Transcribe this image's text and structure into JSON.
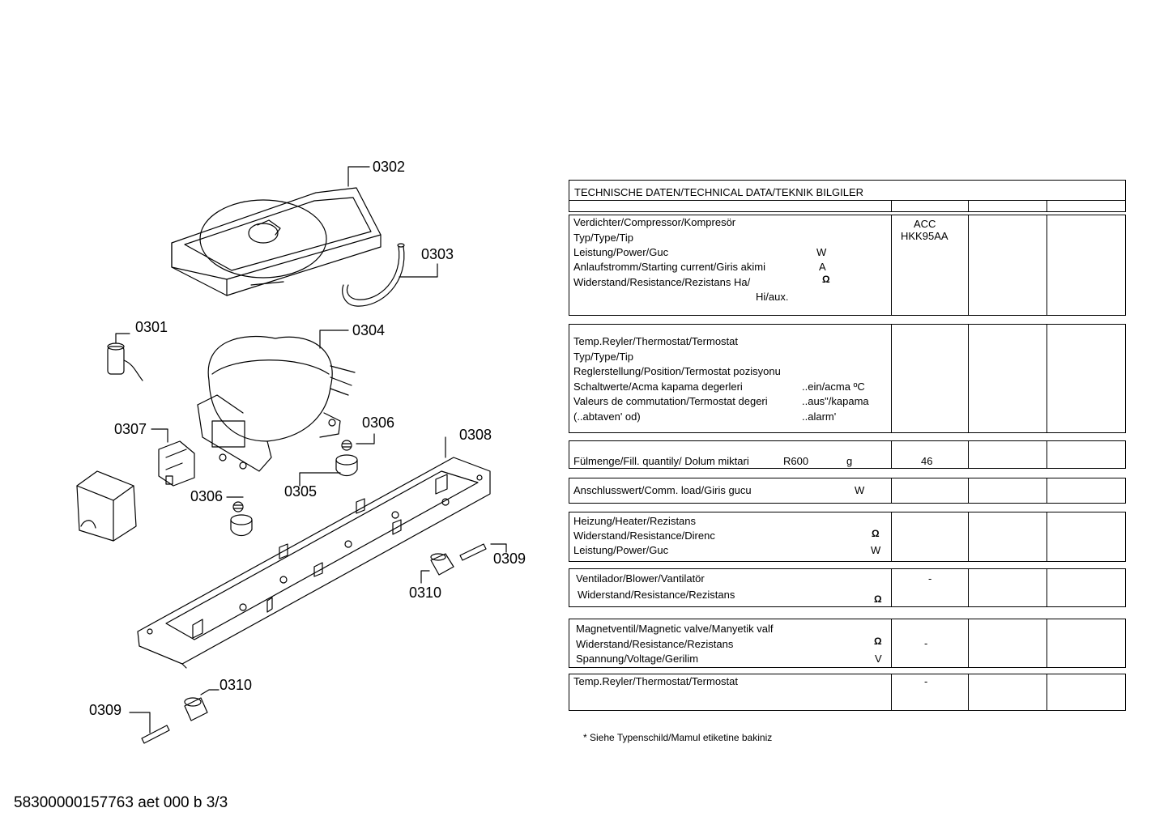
{
  "parts": {
    "p0302": "0302",
    "p0303": "0303",
    "p0301": "0301",
    "p0304": "0304",
    "p0307": "0307",
    "p0306a": "0306",
    "p0308": "0308",
    "p0306b": "0306",
    "p0305": "0305",
    "p0309a": "0309",
    "p0310a": "0310",
    "p0310b": "0310",
    "p0309b": "0309"
  },
  "table": {
    "title": "TECHNISCHE DATEN/TECHNICAL DATA/TEKNIK BILGILER",
    "compressor": {
      "rows": [
        "Verdichter/Compressor/Kompresör",
        "Typ/Type/Tip",
        "Leistung/Power/Guc",
        "Anlaufstromm/Starting current/Giris akimi",
        "Widerstand/Resistance/Rezistans Ha/",
        "Hi/aux."
      ],
      "unit_power": "W",
      "unit_current": "A",
      "unit_res": "Ω",
      "value1": "ACC",
      "value2": "HKK95AA"
    },
    "thermostat": {
      "rows": [
        "Temp.Reyler/Thermostat/Termostat",
        "Typ/Type/Tip",
        "Reglerstellung/Position/Termostat  pozisyonu",
        "Schaltwerte/Acma kapama degerleri",
        "Valeurs de commutation/Termostat degeri",
        "(..abtaven' od)"
      ],
      "ein": "..ein/acma ºC",
      "aus": "..aus\"/kapama",
      "alarm": "..alarm'"
    },
    "fill": {
      "label": "Fülmenge/Fill. quantily/ Dolum miktari",
      "refrigerant": "R600",
      "unit": "g",
      "value": "46"
    },
    "load": {
      "label": "Anschlusswert/Comm. load/Giris gucu",
      "unit": "W"
    },
    "heater": {
      "rows": [
        "Heizung/Heater/Rezistans",
        "Widerstand/Resistance/Direnc",
        "Leistung/Power/Guc"
      ],
      "unit_res": "Ω",
      "unit_power": "W"
    },
    "blower": {
      "rows": [
        "Ventilador/Blower/Vantilatör",
        "Widerstand/Resistance/Rezistans"
      ],
      "unit_res": "Ω",
      "value": "-"
    },
    "valve": {
      "rows": [
        "Magnetventil/Magnetic valve/Manyetik valf",
        "Widerstand/Resistance/Rezistans",
        "Spannung/Voltage/Gerilim"
      ],
      "unit_res": "Ω",
      "unit_volt": "V",
      "value": "-"
    },
    "thermostat2": {
      "label": "Temp.Reyler/Thermostat/Termostat",
      "value": "-"
    },
    "note": "* Siehe Typenschild/Mamul etiketine bakiniz"
  },
  "footer": "58300000157763 aet 000 b 3/3"
}
